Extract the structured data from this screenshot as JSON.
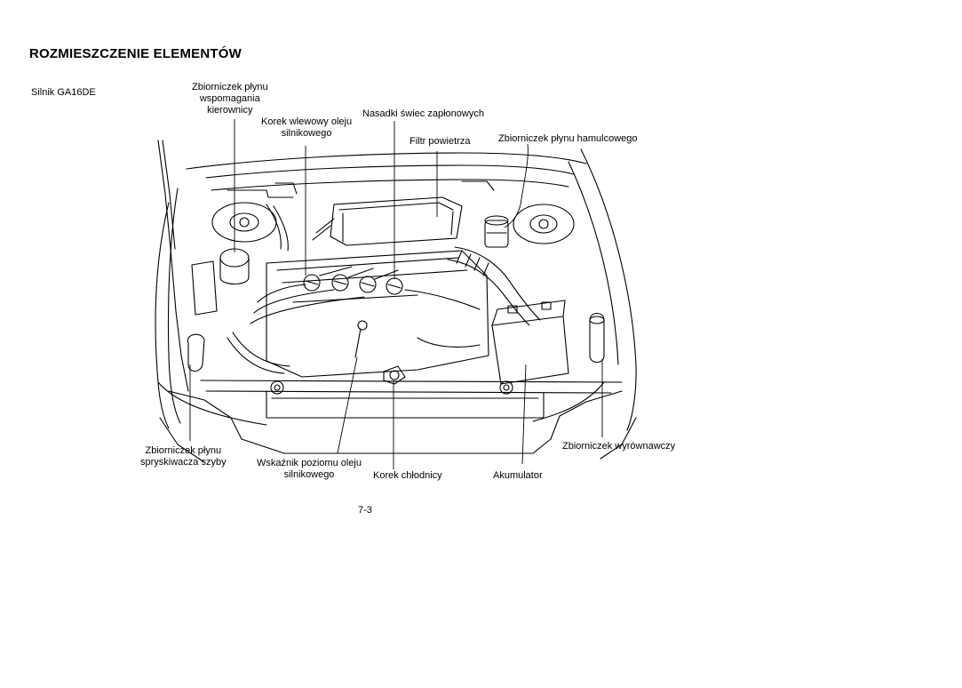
{
  "page": {
    "title": "ROZMIESZCZENIE ELEMENTÓW",
    "engine_label": "Silnik  GA16DE",
    "page_number": "7-3"
  },
  "callouts": {
    "power_steering": [
      "Zbiorniczek płynu",
      "wspomagania",
      "kierownicy"
    ],
    "oil_filler_cap": [
      "Korek wlewowy oleju",
      "silnikowego"
    ],
    "spark_plug_caps": [
      "Nasadki świec zapłonowych"
    ],
    "air_filter": [
      "Filtr powietrza"
    ],
    "brake_fluid": [
      "Zbiorniczek płynu hamulcowego"
    ],
    "washer_fluid": [
      "Zbiorniczek płynu",
      "spryskiwacza szyby"
    ],
    "oil_dipstick": [
      "Wskaźnik poziomu oleju",
      "silnikowego"
    ],
    "radiator_cap": [
      "Korek chłodnicy"
    ],
    "battery": [
      "Akumulator"
    ],
    "coolant_reservoir": [
      "Zbiorniczek wyrównawczy"
    ]
  }
}
